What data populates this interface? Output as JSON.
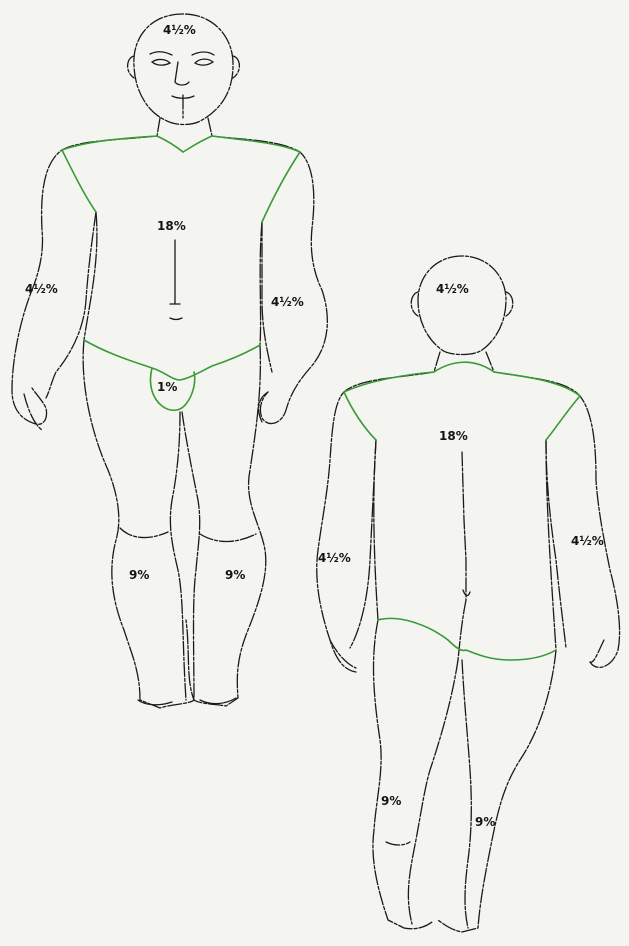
{
  "figure": {
    "colors": {
      "background": "#f4f5f1",
      "outline": "#1a1a1a",
      "region_line": "#3a9a35"
    },
    "front": {
      "head": "4½%",
      "trunk": "18%",
      "arm_right": "4½%",
      "arm_left": "4½%",
      "groin": "1%",
      "leg_right": "9%",
      "leg_left": "9%"
    },
    "back": {
      "head": "4½%",
      "trunk": "18%",
      "arm_left": "4½%",
      "arm_right": "4½%",
      "leg_left": "9%",
      "leg_right": "9%"
    }
  }
}
